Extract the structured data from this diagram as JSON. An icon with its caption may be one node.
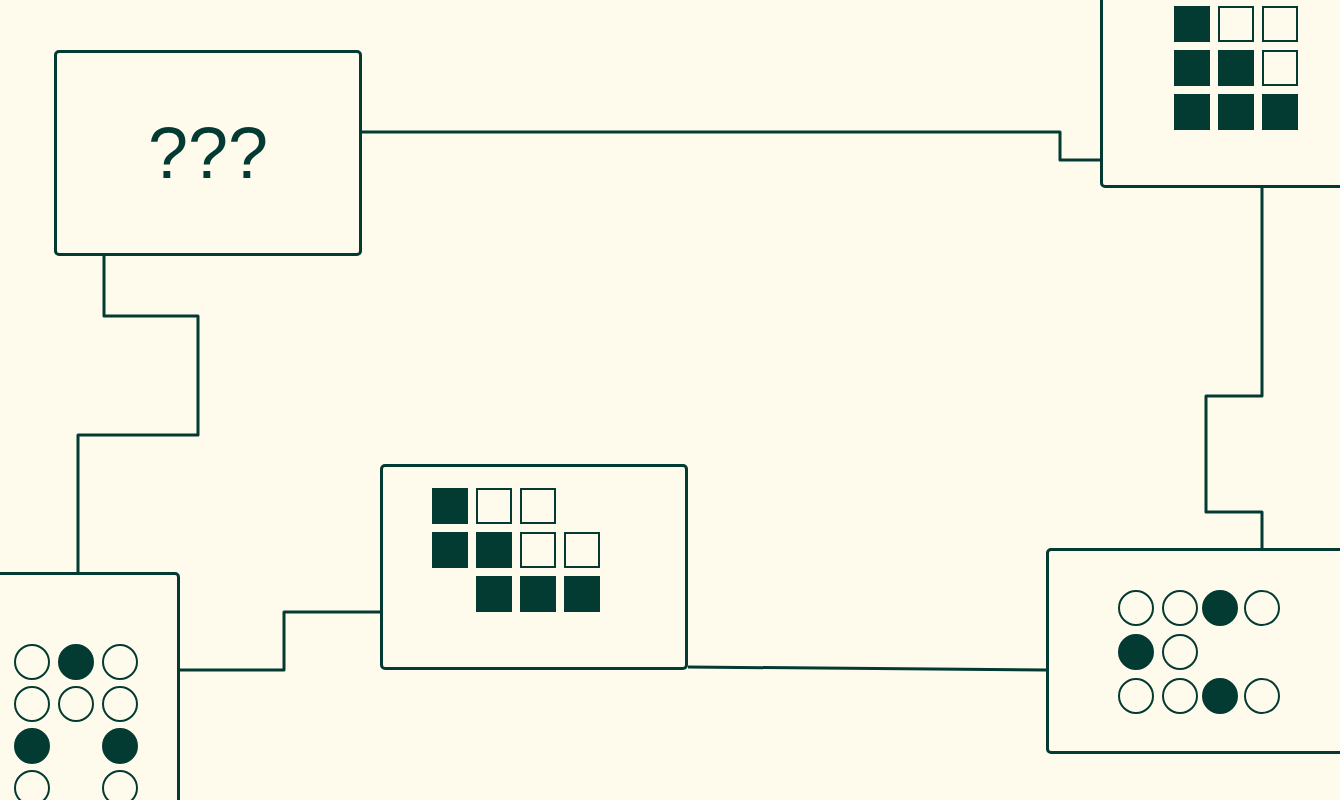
{
  "diagram": {
    "nodes": [
      {
        "text": [
          "???"
        ]
      },
      {
        "text": [],
        "shape": "box"
      },
      {
        "text": [],
        "shape": "box"
      },
      {
        "text": [],
        "shape": "box"
      },
      {
        "text": [],
        "shape": "box"
      }
    ],
    "edges": [
      {
        "from": 0,
        "to": 1,
        "arrow": "none"
      },
      {
        "from": 0,
        "to": 3,
        "arrow": "none"
      },
      {
        "from": 3,
        "to": 2,
        "arrow": "none"
      },
      {
        "from": 2,
        "to": 4,
        "arrow": "none"
      },
      {
        "from": 1,
        "to": 4,
        "arrow": "none"
      }
    ]
  }
}
